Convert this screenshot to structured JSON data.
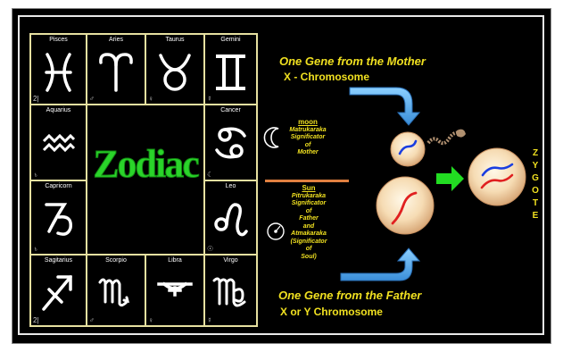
{
  "zodiac": {
    "center_label": "Zodiac",
    "signs": [
      {
        "name": "Pisces",
        "glyph": "pisces-glyph",
        "planet": "2|"
      },
      {
        "name": "Aries",
        "glyph": "aries-glyph",
        "planet": "♂"
      },
      {
        "name": "Taurus",
        "glyph": "taurus-glyph",
        "planet": "♀"
      },
      {
        "name": "Gemini",
        "glyph": "gemini-glyph",
        "planet": "☿"
      },
      {
        "name": "Aquarius",
        "glyph": "aquarius-glyph",
        "planet": "♄"
      },
      {
        "name": "Cancer",
        "glyph": "cancer-glyph",
        "planet": "☾"
      },
      {
        "name": "Capricorn",
        "glyph": "capricorn-glyph",
        "planet": "♄"
      },
      {
        "name": "Leo",
        "glyph": "leo-glyph",
        "planet": "☉"
      },
      {
        "name": "Sagitarius",
        "glyph": "sagittarius-glyph",
        "planet": "2|"
      },
      {
        "name": "Scorpio",
        "glyph": "scorpio-glyph",
        "planet": "♂"
      },
      {
        "name": "Libra",
        "glyph": "libra-glyph",
        "planet": "♀"
      },
      {
        "name": "Virgo",
        "glyph": "virgo-glyph",
        "planet": "☿"
      }
    ]
  },
  "mother": {
    "line1": "One Gene from the Mother",
    "line2": "X  - Chromosome"
  },
  "father": {
    "line1": "One Gene from  the Father",
    "line2": "X or Y Chromosome"
  },
  "moon": {
    "title": "moon",
    "l1": "Matrukaraka",
    "l2": "Significator",
    "l3": "of",
    "l4": "Mother"
  },
  "sun": {
    "title": "Sun",
    "l1": "Pitrukaraka",
    "l2": "Significator",
    "l3": "of",
    "l4": "Father",
    "l5": "and",
    "l6": "Atmakaraka",
    "l7": "(Significator",
    "l8": "of",
    "l9": "Soul)"
  },
  "zygote": [
    "Z",
    "Y",
    "G",
    "O",
    "T",
    "E"
  ],
  "colors": {
    "grid_border": "#e6e0a0",
    "zodiac_text": "#2ad42a",
    "label_yellow": "#f0e020",
    "arrow_blue": "#4aa8e8",
    "arrow_green": "#22dd22",
    "divider_orange": "#e08040",
    "chrom_blue": "#1a3ee0",
    "chrom_red": "#e02020"
  }
}
